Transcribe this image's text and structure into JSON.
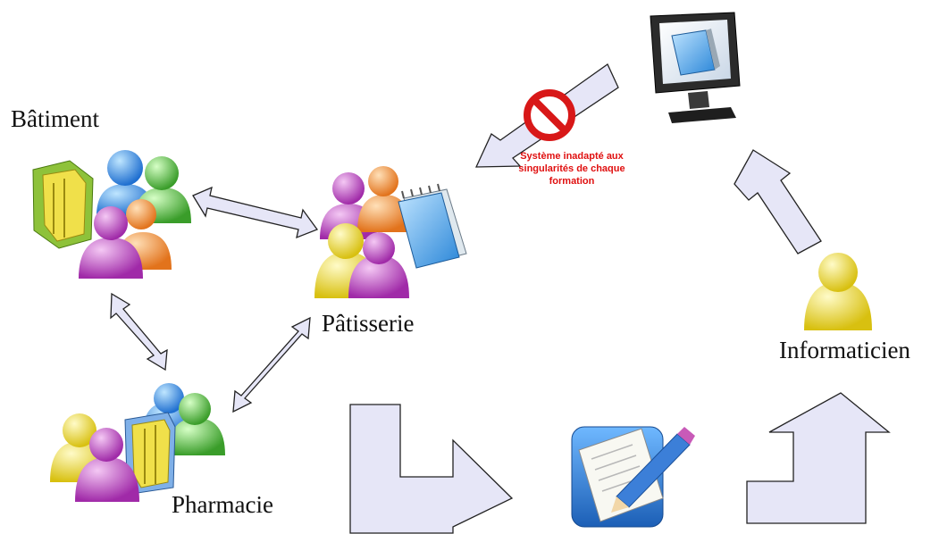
{
  "labels": {
    "batiment": "Bâtiment",
    "patisserie": "Pâtisserie",
    "pharmacie": "Pharmacie",
    "informaticien": "Informaticien"
  },
  "warning": {
    "line1": "Système inadapté aux",
    "line2": "singularités de chaque",
    "line3": "formation"
  },
  "colors": {
    "arrow_fill": "#e6e6f7",
    "arrow_stroke": "#222222",
    "warning_text": "#e01010",
    "no_sign": "#d81818"
  },
  "icons": [
    "users-group-icon",
    "binder-icon",
    "notepad-icon",
    "monitor-icon",
    "no-entry-icon",
    "user-icon",
    "edit-document-icon"
  ]
}
